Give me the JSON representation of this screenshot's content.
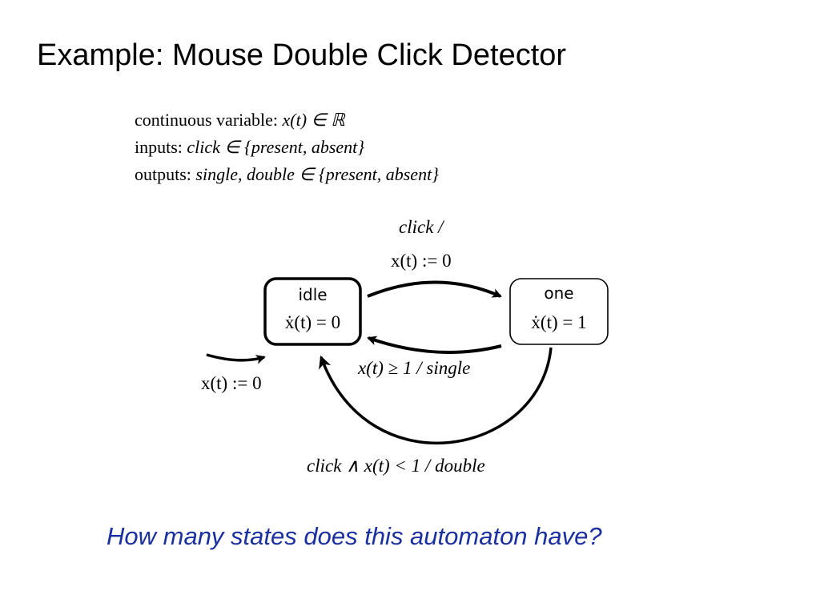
{
  "slide": {
    "title": "Example: Mouse Double Click Detector",
    "question": "How many states does this automaton have?"
  },
  "declarations": {
    "continuous": {
      "label": "continuous variable:",
      "expr": "x(t) ∈ ℝ"
    },
    "inputs": {
      "label": "inputs:",
      "expr": "click ∈ {present, absent}"
    },
    "outputs": {
      "label": "outputs:",
      "expr": "single, double ∈ {present, absent}"
    }
  },
  "states": {
    "idle": {
      "name": "idle",
      "dynamics": "ẋ(t) = 0"
    },
    "one": {
      "name": "one",
      "dynamics": "ẋ(t) = 1"
    }
  },
  "transitions": {
    "idle_to_one": {
      "guard": "click /",
      "action": "x(t) := 0"
    },
    "one_to_idle_single": {
      "label": "x(t) ≥ 1 / single"
    },
    "one_to_idle_double": {
      "label": "click ∧ x(t) < 1 / double"
    },
    "initial": {
      "action": "x(t) := 0"
    }
  }
}
